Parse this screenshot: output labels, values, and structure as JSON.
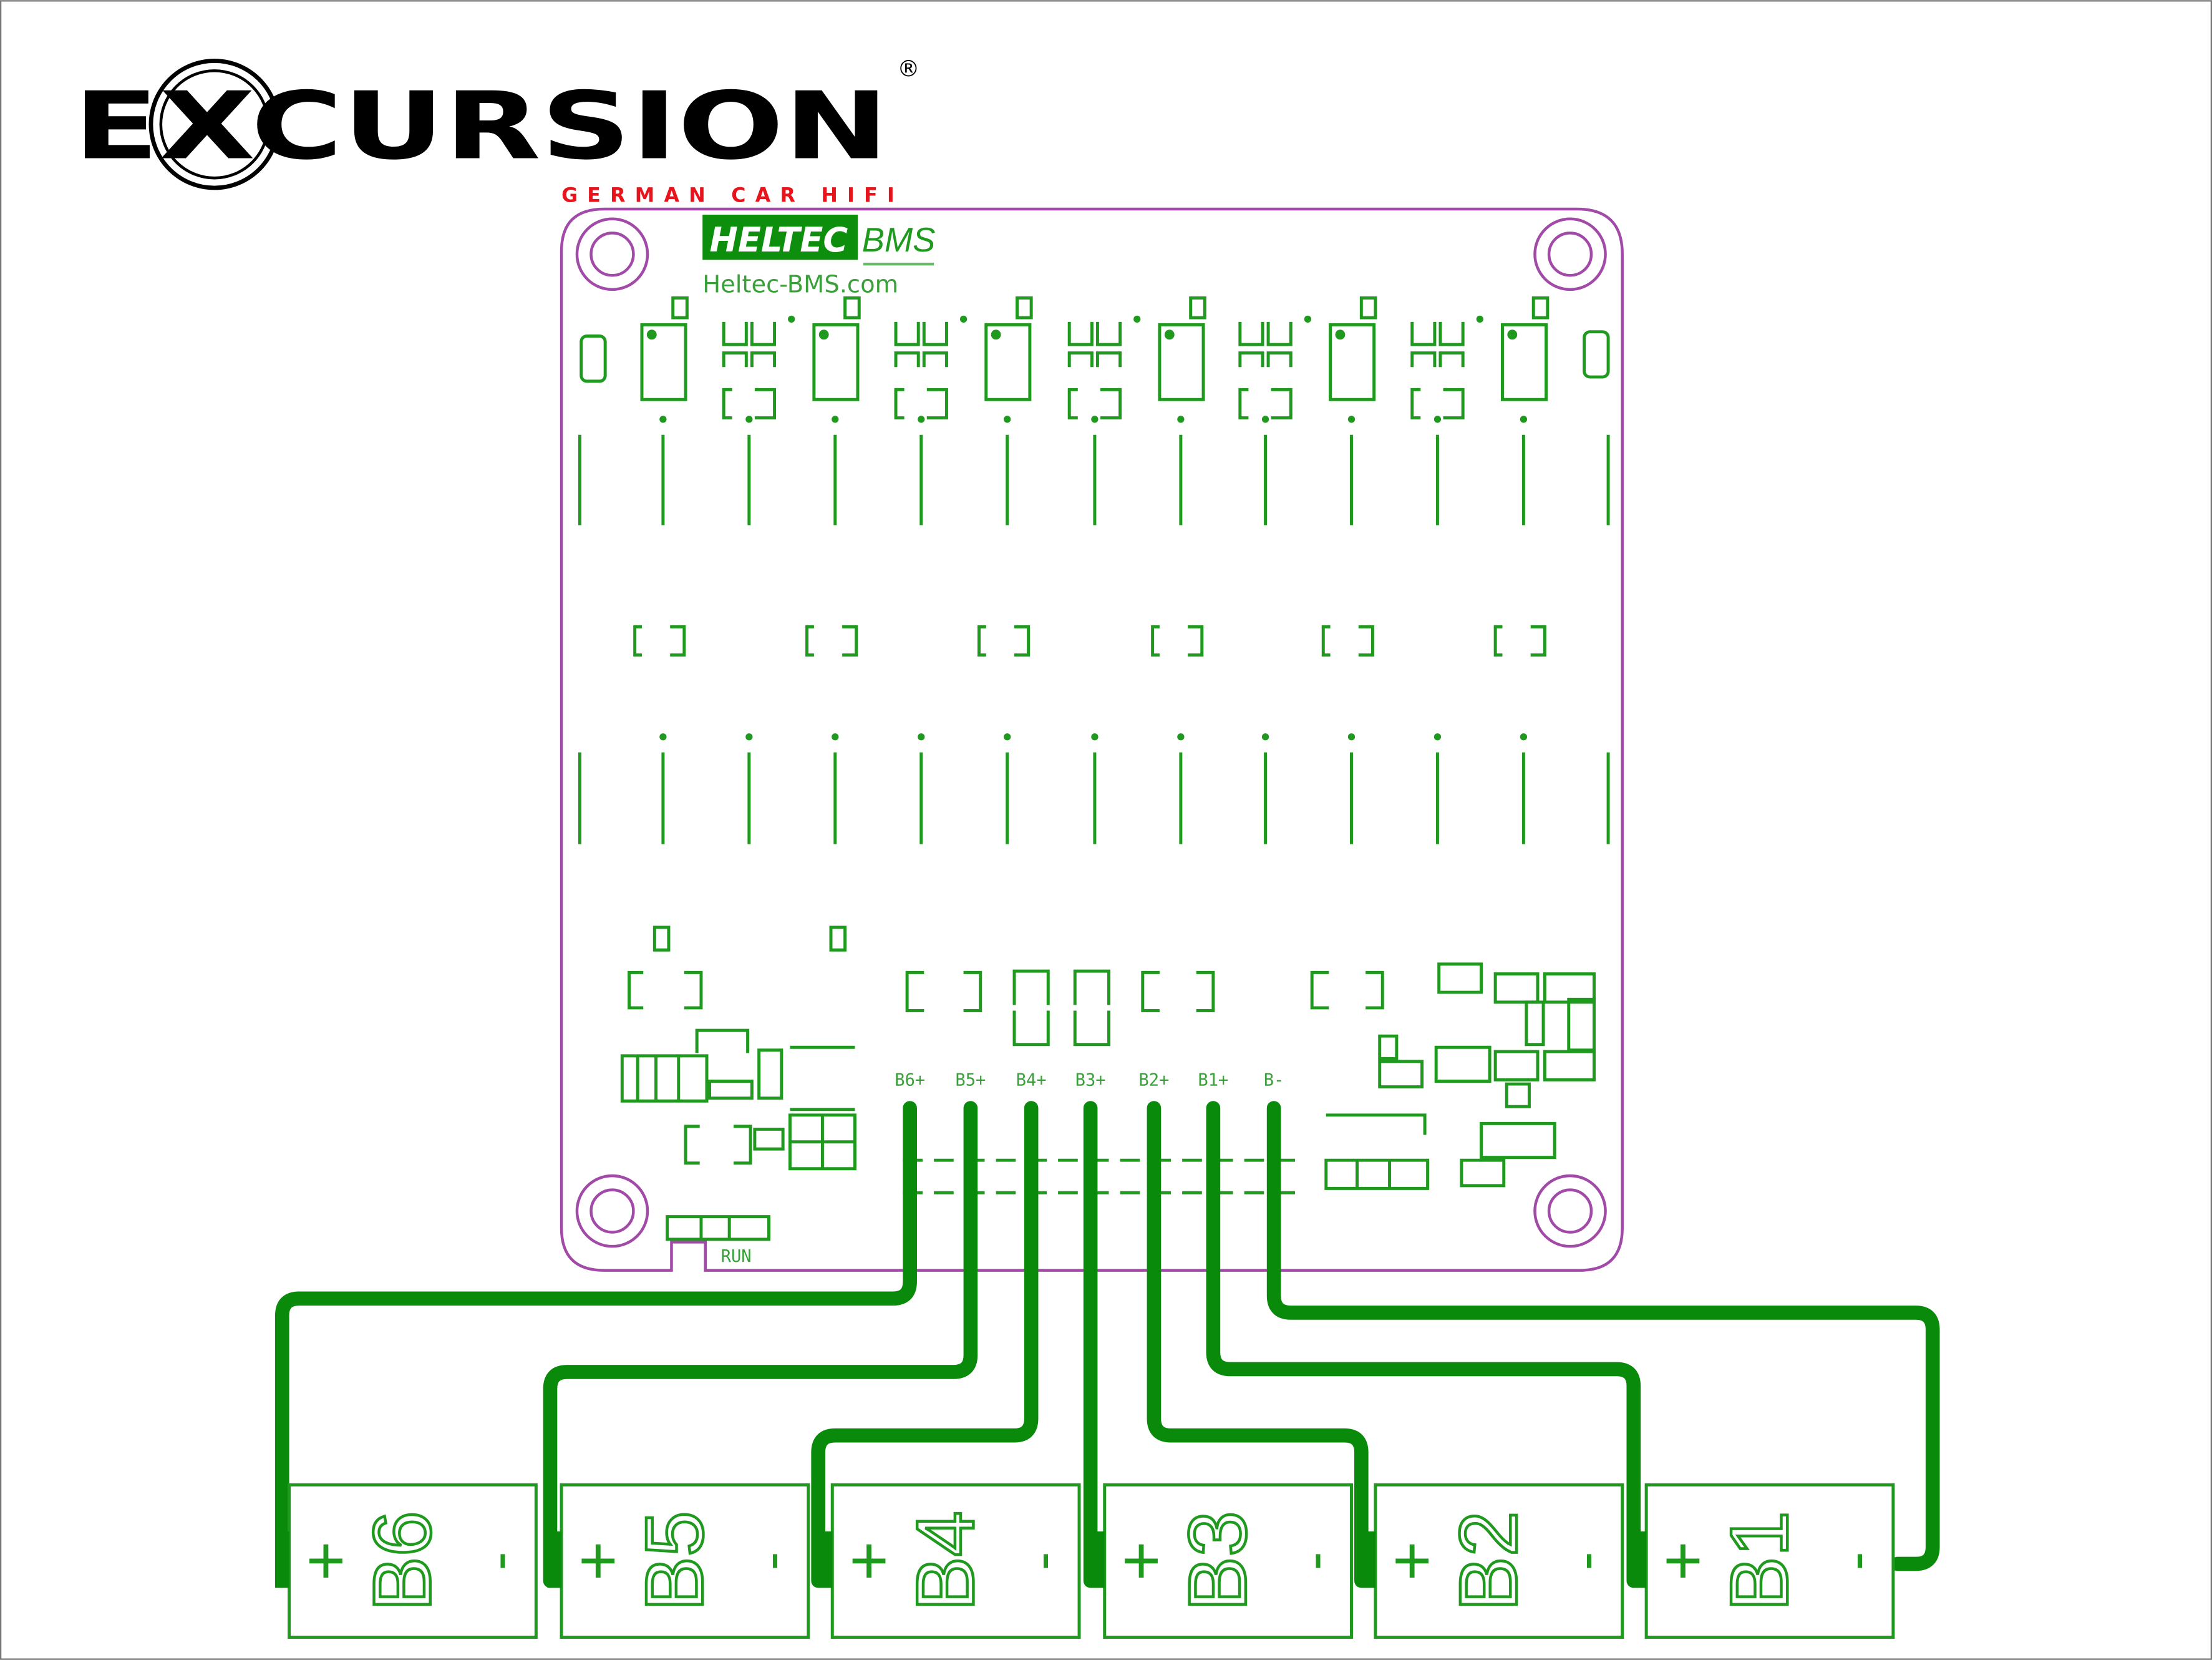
{
  "logo": {
    "brand": "EXCURSION",
    "registered": "®",
    "tagline": "GERMAN CAR HIFI",
    "tagline_color": "#e8141c"
  },
  "board": {
    "maker_logo": {
      "heltec": "HELTEC",
      "bms": "BMS"
    },
    "website": "Heltec-BMS.com",
    "run_label": "RUN",
    "terminals": [
      "B6+",
      "B5+",
      "B4+",
      "B3+",
      "B2+",
      "B1+",
      "B-"
    ]
  },
  "batteries": [
    {
      "label": "B6",
      "plus": "+",
      "minus": "-"
    },
    {
      "label": "B5",
      "plus": "+",
      "minus": "-"
    },
    {
      "label": "B4",
      "plus": "+",
      "minus": "-"
    },
    {
      "label": "B3",
      "plus": "+",
      "minus": "-"
    },
    {
      "label": "B2",
      "plus": "+",
      "minus": "-"
    },
    {
      "label": "B1",
      "plus": "+",
      "minus": "-"
    }
  ],
  "colors": {
    "silkscreen": "#1f9a1f",
    "wire": "#0a8a0a",
    "board_outline": "#a24aa8"
  }
}
